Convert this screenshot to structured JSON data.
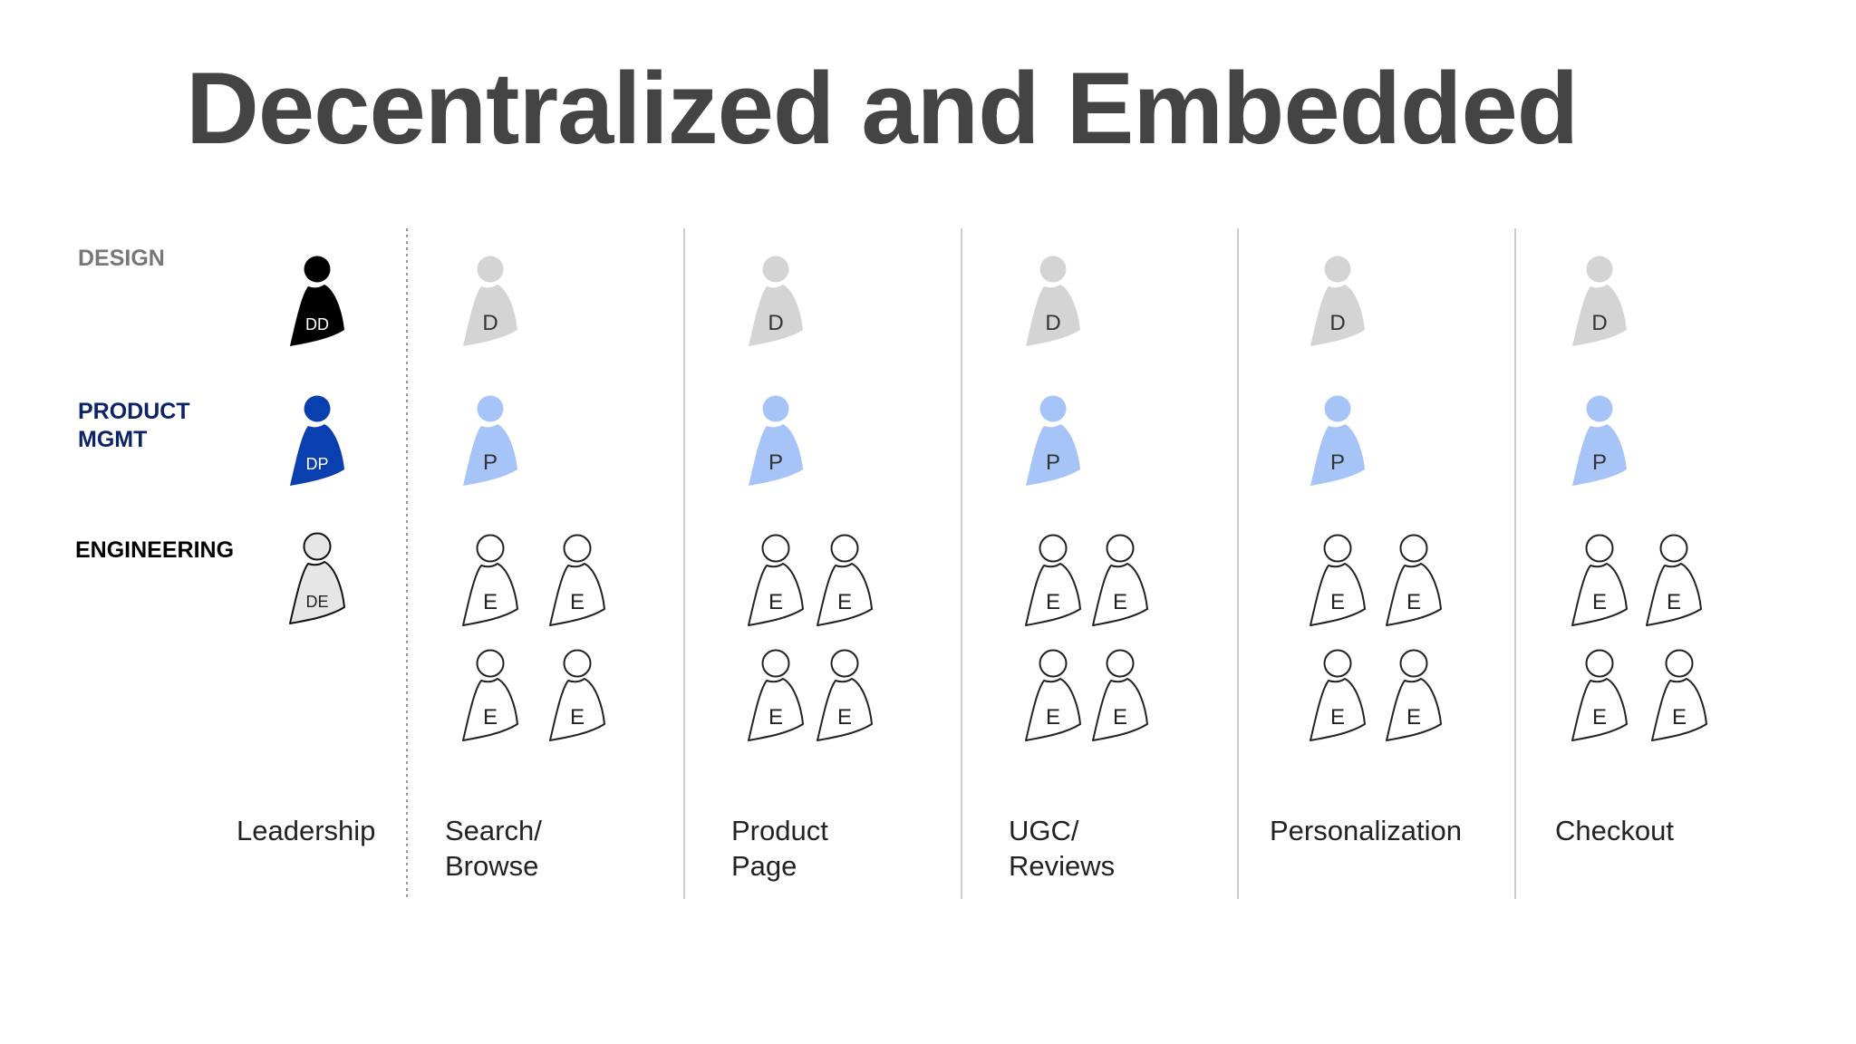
{
  "title": "Decentralized and Embedded",
  "roles": {
    "design": "DESIGN",
    "product": "PRODUCT MGMT",
    "engineering": "ENGINEERING"
  },
  "leadership": {
    "label": "Leadership",
    "design_head": "DD",
    "product_head": "DP",
    "engineering_head": "DE"
  },
  "teams": [
    {
      "label": "Search/\nBrowse",
      "designer": "D",
      "product": "P",
      "engineers": [
        "E",
        "E",
        "E",
        "E"
      ]
    },
    {
      "label": "Product\nPage",
      "designer": "D",
      "product": "P",
      "engineers": [
        "E",
        "E",
        "E",
        "E"
      ]
    },
    {
      "label": "UGC/\nReviews",
      "designer": "D",
      "product": "P",
      "engineers": [
        "E",
        "E",
        "E",
        "E"
      ]
    },
    {
      "label": "Personalization",
      "designer": "D",
      "product": "P",
      "engineers": [
        "E",
        "E",
        "E",
        "E"
      ]
    },
    {
      "label": "Checkout",
      "designer": "D",
      "product": "P",
      "engineers": [
        "E",
        "E",
        "E",
        "E"
      ]
    }
  ],
  "colors": {
    "design_lead": "#000000",
    "product_lead": "#0a3fb0",
    "engineering_lead": "#e6e6e6",
    "designer": "#d4d4d4",
    "product_manager": "#a6c4f7",
    "engineer": "#ffffff",
    "divider": "#cccccc",
    "dotted_divider": "#999999"
  },
  "icons": {
    "person": "person-icon"
  }
}
